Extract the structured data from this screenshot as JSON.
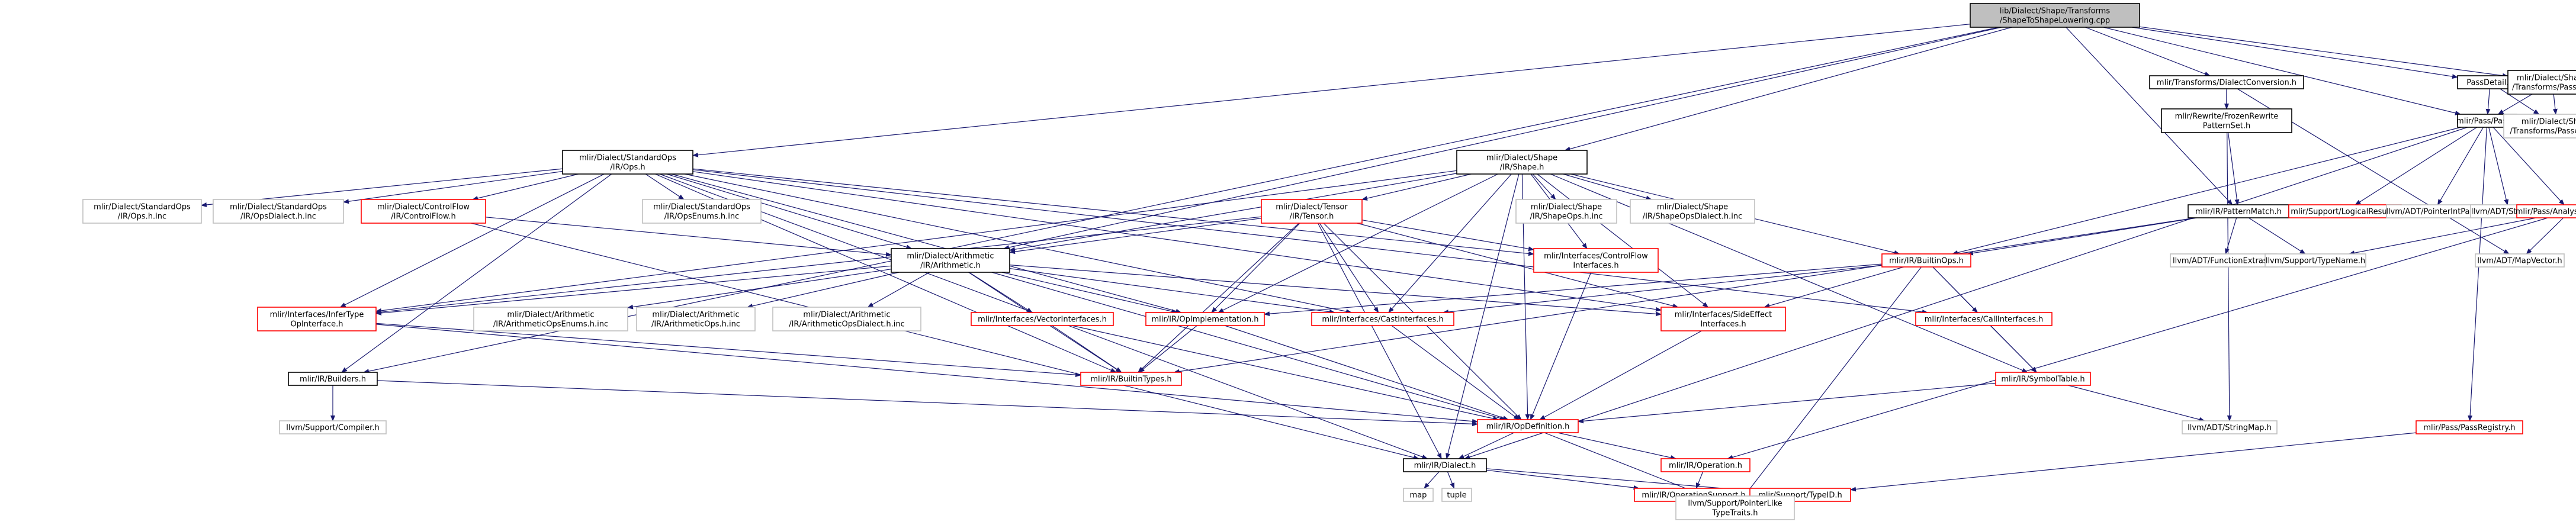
{
  "colors": {
    "root_fill": "#bfbfbf",
    "node_border_black": "#000000",
    "node_border_red": "#ff0000",
    "node_border_grey": "#bfbfbf",
    "edge_blue": "#191970",
    "edge_dark": "#404040",
    "background": "#ffffff"
  },
  "nodes": [
    {
      "id": "root",
      "lines": [
        "lib/Dialect/Shape/Transforms",
        "/ShapeToShapeLowering.cpp"
      ],
      "style": "root"
    },
    {
      "id": "stdops",
      "lines": [
        "mlir/Dialect/StandardOps",
        "/IR/Ops.h"
      ],
      "style": "black"
    },
    {
      "id": "shape",
      "lines": [
        "mlir/Dialect/Shape",
        "/IR/Shape.h"
      ],
      "style": "black"
    },
    {
      "id": "dialectconv",
      "lines": [
        "mlir/Transforms/DialectConversion.h"
      ],
      "style": "black"
    },
    {
      "id": "passdetail",
      "lines": [
        "PassDetail.h"
      ],
      "style": "black"
    },
    {
      "id": "shapepasses",
      "lines": [
        "mlir/Dialect/Shape",
        "/Transforms/Passes.h"
      ],
      "style": "black"
    },
    {
      "id": "frozen",
      "lines": [
        "mlir/Rewrite/FrozenRewrite",
        "PatternSet.h"
      ],
      "style": "black"
    },
    {
      "id": "passh",
      "lines": [
        "mlir/Pass/Pass.h"
      ],
      "style": "black"
    },
    {
      "id": "shapepassesinc",
      "lines": [
        "mlir/Dialect/Shape",
        "/Transforms/Passes.h.inc"
      ],
      "style": "grey"
    },
    {
      "id": "stdopsinc",
      "lines": [
        "mlir/Dialect/StandardOps",
        "/IR/Ops.h.inc"
      ],
      "style": "grey"
    },
    {
      "id": "stdopsdialect",
      "lines": [
        "mlir/Dialect/StandardOps",
        "/IR/OpsDialect.h.inc"
      ],
      "style": "grey"
    },
    {
      "id": "controlflow",
      "lines": [
        "mlir/Dialect/ControlFlow",
        "/IR/ControlFlow.h"
      ],
      "style": "red"
    },
    {
      "id": "stdopsenums",
      "lines": [
        "mlir/Dialect/StandardOps",
        "/IR/OpsEnums.h.inc"
      ],
      "style": "grey"
    },
    {
      "id": "tensor",
      "lines": [
        "mlir/Dialect/Tensor",
        "/IR/Tensor.h"
      ],
      "style": "red"
    },
    {
      "id": "shapeops",
      "lines": [
        "mlir/Dialect/Shape",
        "/IR/ShapeOps.h.inc"
      ],
      "style": "grey"
    },
    {
      "id": "shapeopsdialect",
      "lines": [
        "mlir/Dialect/Shape",
        "/IR/ShapeOpsDialect.h.inc"
      ],
      "style": "grey"
    },
    {
      "id": "patternmatch",
      "lines": [
        "mlir/IR/PatternMatch.h"
      ],
      "style": "black"
    },
    {
      "id": "logicalresult",
      "lines": [
        "mlir/Support/LogicalResult.h"
      ],
      "style": "red"
    },
    {
      "id": "pointerintpair",
      "lines": [
        "llvm/ADT/PointerIntPair.h"
      ],
      "style": "grey"
    },
    {
      "id": "statistic",
      "lines": [
        "llvm/ADT/Statistic.h"
      ],
      "style": "grey"
    },
    {
      "id": "passanalysis",
      "lines": [
        "mlir/Pass/AnalysisManager.h"
      ],
      "style": "red"
    },
    {
      "id": "arith",
      "lines": [
        "mlir/Dialect/Arithmetic",
        "/IR/Arithmetic.h"
      ],
      "style": "black"
    },
    {
      "id": "cfinterfaces",
      "lines": [
        "mlir/Interfaces/ControlFlow",
        "Interfaces.h"
      ],
      "style": "red"
    },
    {
      "id": "builtinops",
      "lines": [
        "mlir/IR/BuiltinOps.h"
      ],
      "style": "red"
    },
    {
      "id": "funcextras",
      "lines": [
        "llvm/ADT/FunctionExtras.h"
      ],
      "style": "grey"
    },
    {
      "id": "typename",
      "lines": [
        "llvm/Support/TypeName.h"
      ],
      "style": "grey"
    },
    {
      "id": "mapvector",
      "lines": [
        "llvm/ADT/MapVector.h"
      ],
      "style": "grey"
    },
    {
      "id": "infertype",
      "lines": [
        "mlir/Interfaces/InferType",
        "OpInterface.h"
      ],
      "style": "red"
    },
    {
      "id": "arithenums",
      "lines": [
        "mlir/Dialect/Arithmetic",
        "/IR/ArithmeticOpsEnums.h.inc"
      ],
      "style": "grey"
    },
    {
      "id": "arithops",
      "lines": [
        "mlir/Dialect/Arithmetic",
        "/IR/ArithmeticOps.h.inc"
      ],
      "style": "grey"
    },
    {
      "id": "arithdialect",
      "lines": [
        "mlir/Dialect/Arithmetic",
        "/IR/ArithmeticOpsDialect.h.inc"
      ],
      "style": "grey"
    },
    {
      "id": "vectorif",
      "lines": [
        "mlir/Interfaces/VectorInterfaces.h"
      ],
      "style": "red"
    },
    {
      "id": "opimpl",
      "lines": [
        "mlir/IR/OpImplementation.h"
      ],
      "style": "red"
    },
    {
      "id": "castif",
      "lines": [
        "mlir/Interfaces/CastInterfaces.h"
      ],
      "style": "red"
    },
    {
      "id": "sideeffect",
      "lines": [
        "mlir/Interfaces/SideEffect",
        "Interfaces.h"
      ],
      "style": "red"
    },
    {
      "id": "callif",
      "lines": [
        "mlir/Interfaces/CallInterfaces.h"
      ],
      "style": "red"
    },
    {
      "id": "builders",
      "lines": [
        "mlir/IR/Builders.h"
      ],
      "style": "black"
    },
    {
      "id": "builtintypes",
      "lines": [
        "mlir/IR/BuiltinTypes.h"
      ],
      "style": "red"
    },
    {
      "id": "symboltable",
      "lines": [
        "mlir/IR/SymbolTable.h"
      ],
      "style": "red"
    },
    {
      "id": "compiler",
      "lines": [
        "llvm/Support/Compiler.h"
      ],
      "style": "grey"
    },
    {
      "id": "opdef",
      "lines": [
        "mlir/IR/OpDefinition.h"
      ],
      "style": "red"
    },
    {
      "id": "stringmap",
      "lines": [
        "llvm/ADT/StringMap.h"
      ],
      "style": "grey"
    },
    {
      "id": "passregistry",
      "lines": [
        "mlir/Pass/PassRegistry.h"
      ],
      "style": "red"
    },
    {
      "id": "dialect",
      "lines": [
        "mlir/IR/Dialect.h"
      ],
      "style": "black"
    },
    {
      "id": "operation",
      "lines": [
        "mlir/IR/Operation.h"
      ],
      "style": "red"
    },
    {
      "id": "map",
      "lines": [
        "map"
      ],
      "style": "grey"
    },
    {
      "id": "tuple",
      "lines": [
        "tuple"
      ],
      "style": "grey"
    },
    {
      "id": "opsupport",
      "lines": [
        "mlir/IR/OperationSupport.h"
      ],
      "style": "red"
    },
    {
      "id": "typeid",
      "lines": [
        "mlir/Support/TypeID.h"
      ],
      "style": "red"
    },
    {
      "id": "pointerlike",
      "lines": [
        "llvm/Support/PointerLike",
        "TypeTraits.h"
      ],
      "style": "grey"
    }
  ],
  "edges": [
    [
      "root",
      "stdops"
    ],
    [
      "root",
      "shape"
    ],
    [
      "root",
      "dialectconv"
    ],
    [
      "root",
      "passdetail"
    ],
    [
      "root",
      "shapepasses"
    ],
    [
      "root",
      "passh"
    ],
    [
      "root",
      "builders"
    ],
    [
      "root",
      "patternmatch"
    ],
    [
      "root",
      "arith"
    ],
    [
      "dialectconv",
      "frozen"
    ],
    [
      "dialectconv",
      "stringmap"
    ],
    [
      "dialectconv",
      "mapvector"
    ],
    [
      "frozen",
      "patternmatch"
    ],
    [
      "passdetail",
      "passh"
    ],
    [
      "passdetail",
      "shapepassesinc"
    ],
    [
      "shapepasses",
      "passh"
    ],
    [
      "shapepasses",
      "shapepassesinc"
    ],
    [
      "passh",
      "logicalresult"
    ],
    [
      "passh",
      "pointerintpair"
    ],
    [
      "passh",
      "statistic"
    ],
    [
      "passh",
      "passanalysis"
    ],
    [
      "passh",
      "passregistry"
    ],
    [
      "passh",
      "builtinops"
    ],
    [
      "passh",
      "dialect"
    ],
    [
      "passanalysis",
      "mapvector"
    ],
    [
      "passanalysis",
      "typename"
    ],
    [
      "passanalysis",
      "operation"
    ],
    [
      "patternmatch",
      "builtinops"
    ],
    [
      "patternmatch",
      "funcextras"
    ],
    [
      "patternmatch",
      "typename"
    ],
    [
      "patternmatch",
      "builtintypes"
    ],
    [
      "stdops",
      "stdopsinc"
    ],
    [
      "stdops",
      "stdopsdialect"
    ],
    [
      "stdops",
      "controlflow"
    ],
    [
      "stdops",
      "stdopsenums"
    ],
    [
      "stdops",
      "arith"
    ],
    [
      "stdops",
      "cfinterfaces"
    ],
    [
      "stdops",
      "infertype"
    ],
    [
      "stdops",
      "castif"
    ],
    [
      "stdops",
      "sideeffect"
    ],
    [
      "stdops",
      "callif"
    ],
    [
      "stdops",
      "opimpl"
    ],
    [
      "stdops",
      "builders"
    ],
    [
      "stdops",
      "builtintypes"
    ],
    [
      "stdops",
      "dialect"
    ],
    [
      "controlflow",
      "arith"
    ],
    [
      "controlflow",
      "dialect"
    ],
    [
      "shape",
      "shapeops"
    ],
    [
      "shape",
      "shapeopsdialect"
    ],
    [
      "shape",
      "tensor"
    ],
    [
      "shape",
      "arith"
    ],
    [
      "shape",
      "cfinterfaces"
    ],
    [
      "shape",
      "infertype"
    ],
    [
      "shape",
      "sideeffect"
    ],
    [
      "shape",
      "opimpl"
    ],
    [
      "shape",
      "builtinops"
    ],
    [
      "shape",
      "symboltable"
    ],
    [
      "shape",
      "opdef"
    ],
    [
      "shape",
      "dialect"
    ],
    [
      "shape",
      "castif"
    ],
    [
      "tensor",
      "arith"
    ],
    [
      "tensor",
      "cfinterfaces"
    ],
    [
      "tensor",
      "infertype"
    ],
    [
      "tensor",
      "castif"
    ],
    [
      "tensor",
      "sideeffect"
    ],
    [
      "tensor",
      "opimpl"
    ],
    [
      "tensor",
      "builtintypes"
    ],
    [
      "tensor",
      "opdef"
    ],
    [
      "tensor",
      "dialect"
    ],
    [
      "arith",
      "arithenums"
    ],
    [
      "arith",
      "arithops"
    ],
    [
      "arith",
      "arithdialect"
    ],
    [
      "arith",
      "vectorif"
    ],
    [
      "arith",
      "infertype"
    ],
    [
      "arith",
      "castif"
    ],
    [
      "arith",
      "sideeffect"
    ],
    [
      "arith",
      "opimpl"
    ],
    [
      "arith",
      "opdef"
    ],
    [
      "arith",
      "builtintypes"
    ],
    [
      "cfinterfaces",
      "opdef"
    ],
    [
      "builtinops",
      "callif"
    ],
    [
      "builtinops",
      "castif"
    ],
    [
      "builtinops",
      "sideeffect"
    ],
    [
      "builtinops",
      "symboltable"
    ],
    [
      "builtinops",
      "opimpl"
    ],
    [
      "builtinops",
      "pointerlike"
    ],
    [
      "infertype",
      "builtintypes"
    ],
    [
      "infertype",
      "opdef"
    ],
    [
      "vectorif",
      "builtintypes"
    ],
    [
      "vectorif",
      "opdef"
    ],
    [
      "opimpl",
      "builtintypes"
    ],
    [
      "opimpl",
      "opdef"
    ],
    [
      "castif",
      "opdef"
    ],
    [
      "sideeffect",
      "opdef"
    ],
    [
      "callif",
      "symboltable"
    ],
    [
      "builders",
      "compiler"
    ],
    [
      "builders",
      "opdef"
    ],
    [
      "symboltable",
      "opdef"
    ],
    [
      "symboltable",
      "stringmap"
    ],
    [
      "opdef",
      "dialect"
    ],
    [
      "opdef",
      "operation"
    ],
    [
      "opdef",
      "pointerlike"
    ],
    [
      "passregistry",
      "typeid"
    ],
    [
      "dialect",
      "map"
    ],
    [
      "dialect",
      "tuple"
    ],
    [
      "dialect",
      "opsupport"
    ],
    [
      "dialect",
      "typeid"
    ],
    [
      "operation",
      "opsupport"
    ],
    [
      "opsupport",
      "pointerlike"
    ],
    [
      "typeid",
      "pointerlike"
    ]
  ]
}
